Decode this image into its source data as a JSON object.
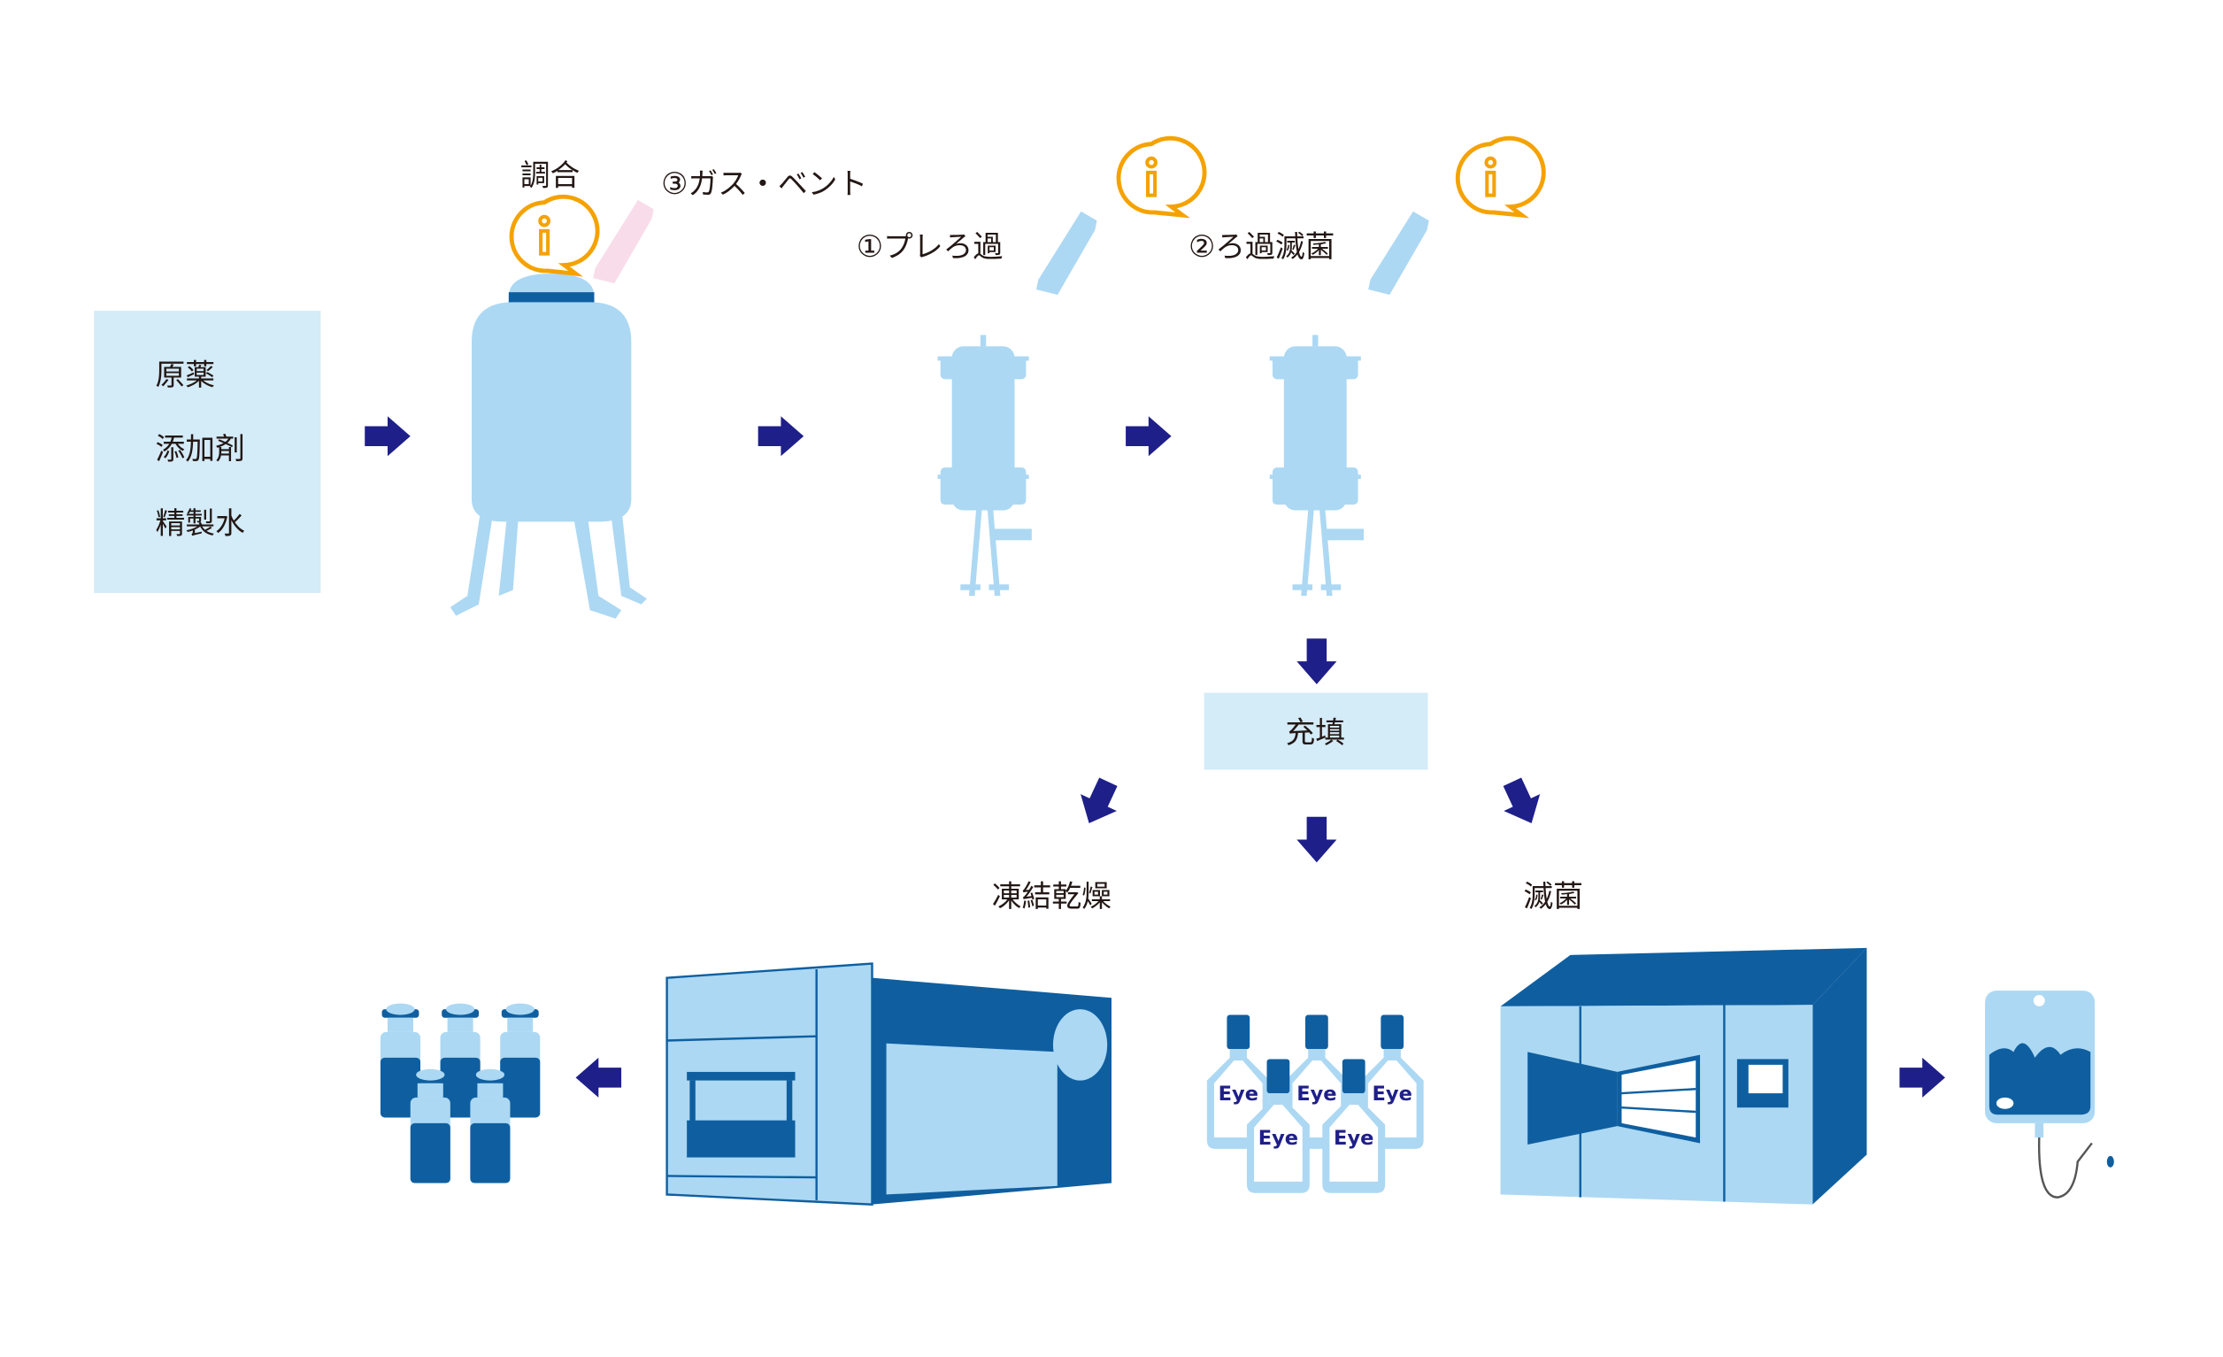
{
  "inputs": {
    "items": [
      "原薬",
      "添加剤",
      "精製水"
    ]
  },
  "steps": {
    "mixing": "調合",
    "gas_vent": "③ガス・ベント",
    "prefiltration": "①プレろ過",
    "sterile_filtration": "②ろ過滅菌",
    "filling": "充填",
    "freeze_drying": "凍結乾燥",
    "sterilization": "滅菌"
  },
  "eye_bottle_label": "Eye",
  "icons": {
    "info": "info-bubble-icon",
    "arrow": "arrow-icon"
  },
  "colors": {
    "arrow": "#1f1f8a",
    "light_blue": "#acd8f3",
    "dark_blue": "#0f5fa0",
    "box": "#d4ebf8",
    "info": "#f5a200",
    "gas_vent_filter": "#f9dcea"
  }
}
